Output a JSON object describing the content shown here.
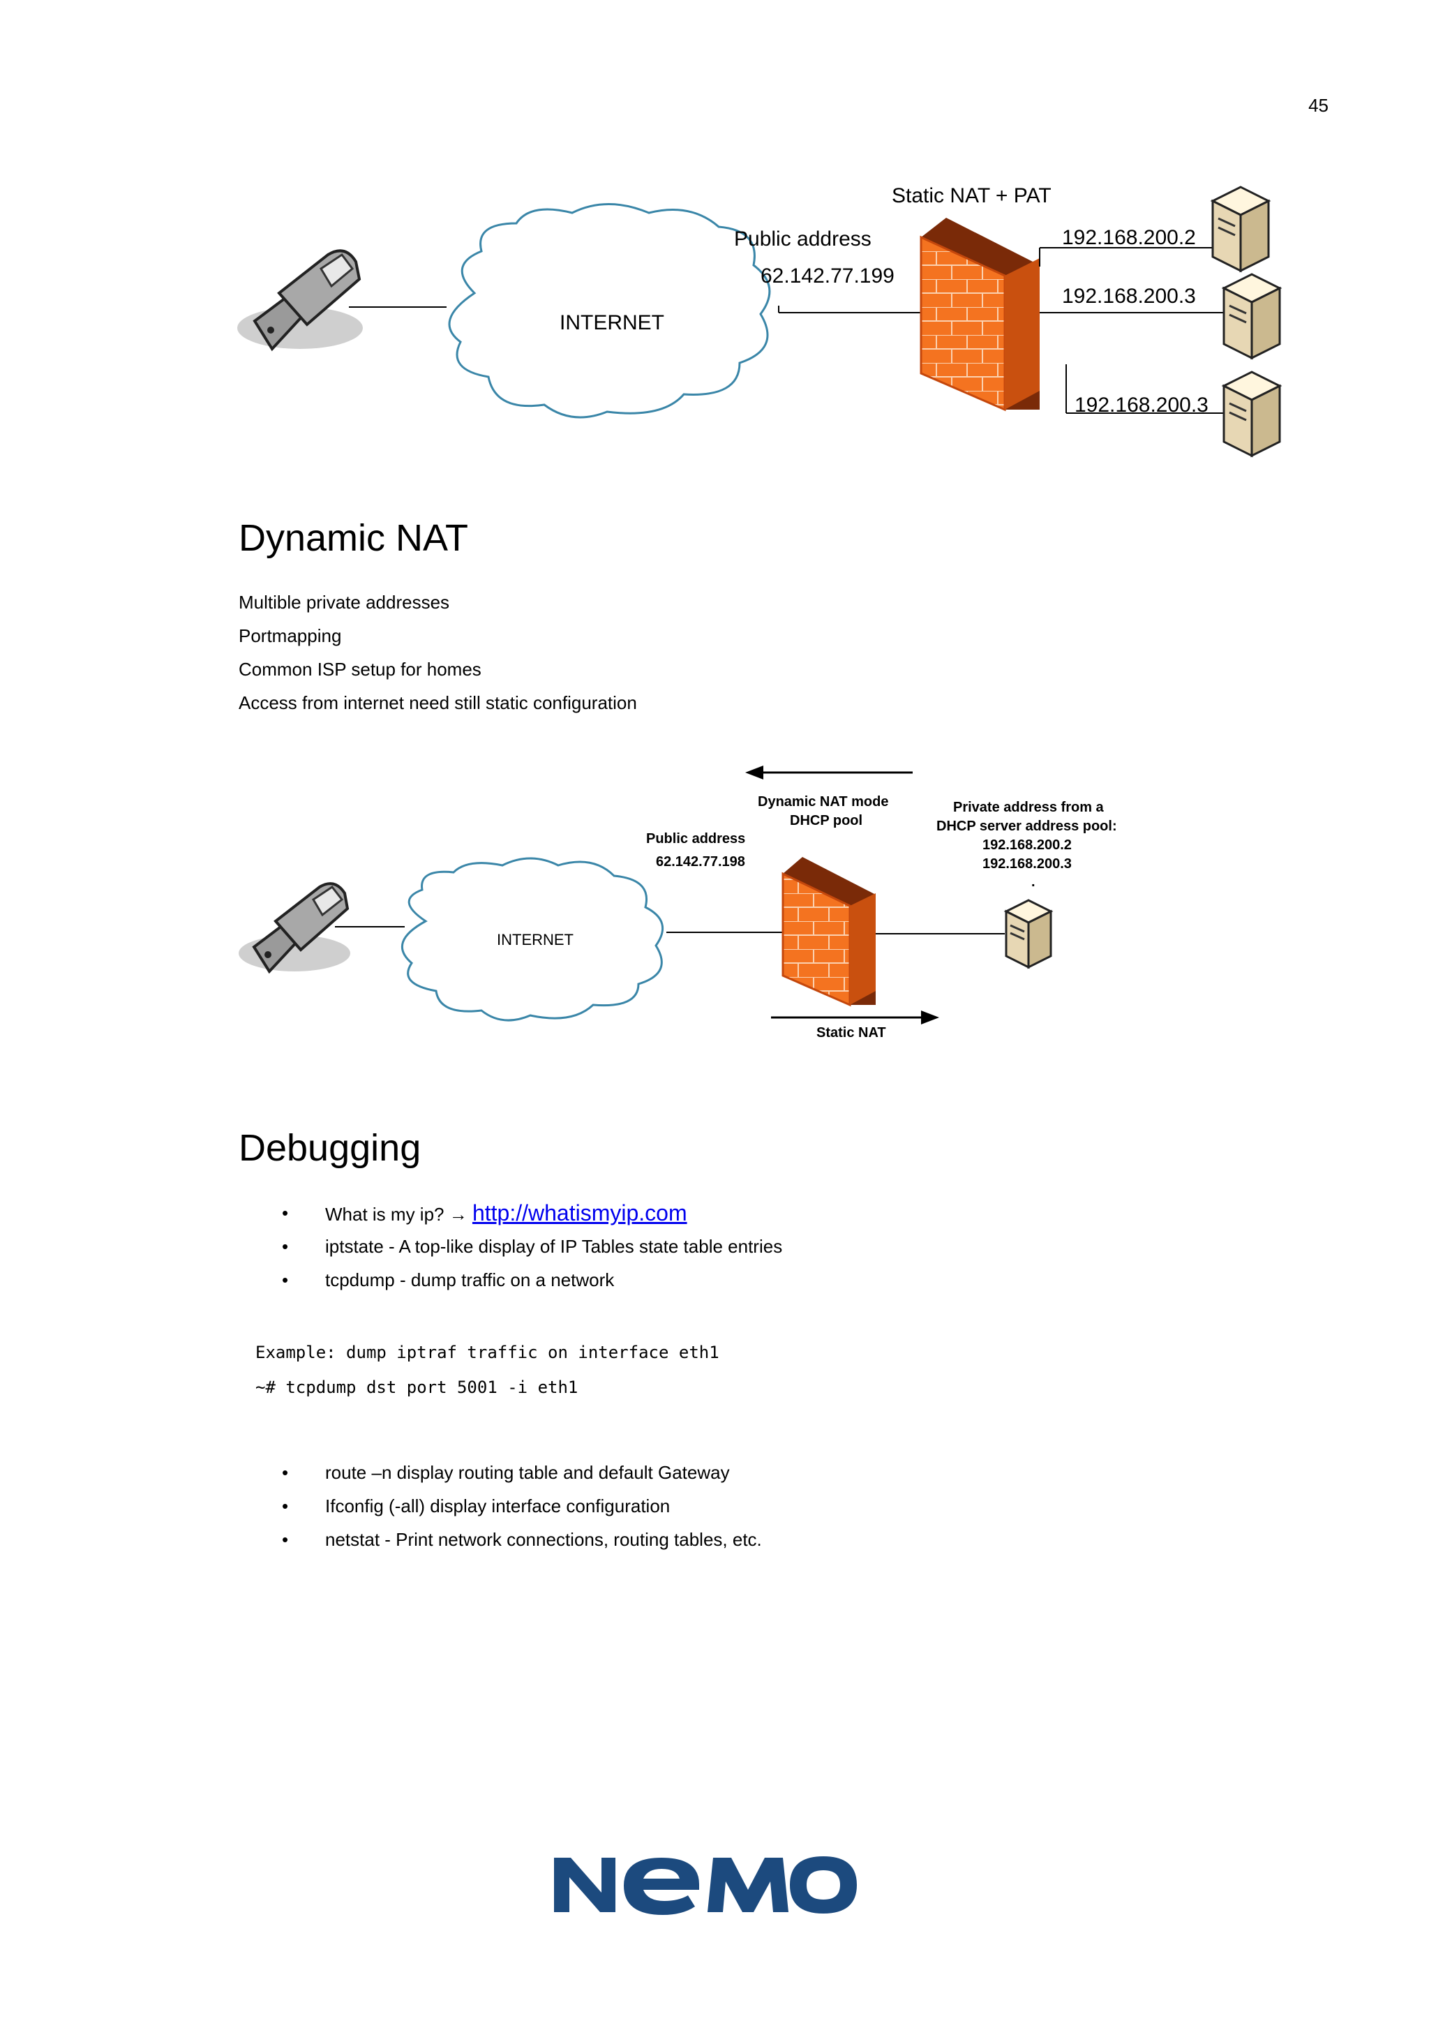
{
  "page_number": "45",
  "diagram1": {
    "title": "Static NAT  + PAT",
    "public_label": "Public address",
    "public_ip": "62.142.77.199",
    "cloud_label": "INTERNET",
    "private_ips": [
      "192.168.200.2",
      "192.168.200.3",
      "192.168.200.3"
    ]
  },
  "dynamic_nat": {
    "heading": "Dynamic NAT",
    "lines": [
      "Multible private addresses",
      "Portmapping",
      "Common ISP setup for homes",
      "Access from internet need still static configuration"
    ]
  },
  "diagram2": {
    "mode_label_1": "Dynamic NAT mode",
    "mode_label_2": "DHCP pool",
    "public_label": "Public address",
    "public_ip": "62.142.77.198",
    "cloud_label": "INTERNET",
    "private_title_1": "Private address from a",
    "private_title_2": "DHCP server address pool:",
    "private_ips": [
      "192.168.200.2",
      "192.168.200.3",
      "."
    ],
    "static_label": "Static NAT"
  },
  "debugging": {
    "heading": "Debugging",
    "item1_prefix": "What is my ip? → ",
    "item1_link": "http://whatismyip.com",
    "item2": "iptstate - A top-like display of IP Tables state table entries",
    "item3": "tcpdump - dump traffic on a network",
    "code": [
      "Example: dump iptraf traffic on interface eth1",
      "~# tcpdump dst port 5001 -i eth1"
    ],
    "items2": [
      "route –n  display routing table and default Gateway",
      "Ifconfig (-all)  display interface configuration",
      "netstat  -  Print network connections, routing tables, etc."
    ]
  },
  "logo": {
    "text": "NEMO",
    "color": "#1c4a7e"
  },
  "colors": {
    "firewall": "#f26a1b",
    "cloud_stroke": "#3a86a8",
    "link": "#0000ee"
  }
}
